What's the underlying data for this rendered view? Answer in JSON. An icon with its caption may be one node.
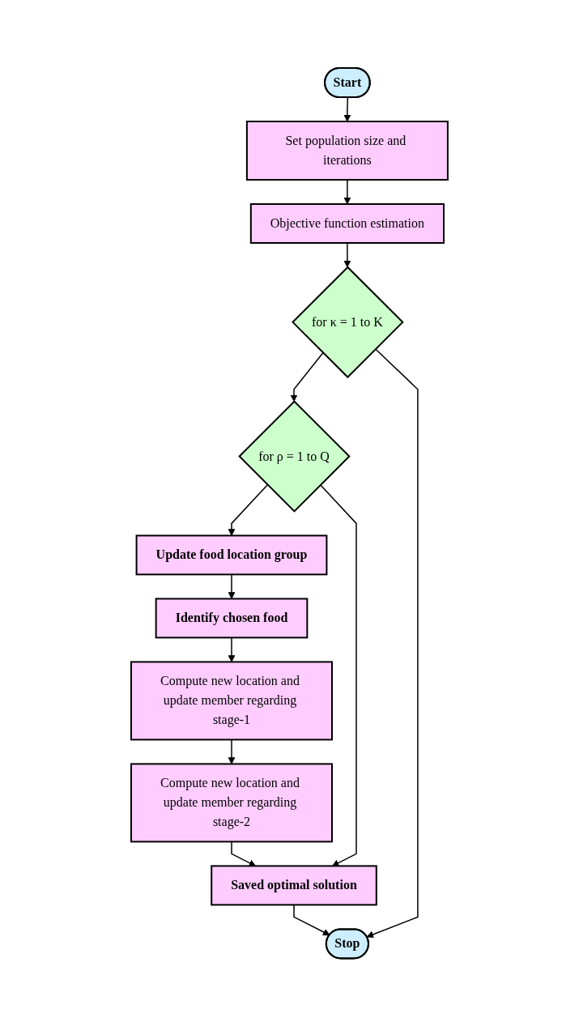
{
  "diagram": {
    "nodes": [
      {
        "text": [
          "Start"
        ]
      },
      {
        "text": [
          "Set population size and iterations"
        ]
      },
      {
        "text": [
          "Objective function estimation"
        ]
      },
      {
        "text": [
          "for κ = 1 to K"
        ]
      },
      {
        "text": [
          "for ρ = 1 to Q"
        ]
      },
      {
        "text": [
          "Update food location group"
        ]
      },
      {
        "text": [
          "Identify chosen food"
        ]
      },
      {
        "text": [
          "Compute new location and update member regarding stage-1"
        ]
      },
      {
        "text": [
          "Compute new location and update member regarding stage-2"
        ]
      },
      {
        "text": [
          "Saved optimal solution"
        ]
      },
      {
        "text": [
          "Stop"
        ]
      }
    ],
    "edges": [
      {
        "from": 0,
        "to": 1,
        "arrow": "to"
      },
      {
        "from": 1,
        "to": 2,
        "arrow": "to"
      },
      {
        "from": 2,
        "to": 3,
        "arrow": "to"
      },
      {
        "from": 3,
        "to": 4,
        "arrow": "to"
      },
      {
        "from": 4,
        "to": 5,
        "arrow": "to"
      },
      {
        "from": 5,
        "to": 6,
        "arrow": "to"
      },
      {
        "from": 6,
        "to": 7,
        "arrow": "to"
      },
      {
        "from": 7,
        "to": 8,
        "arrow": "to"
      },
      {
        "from": 8,
        "to": 9,
        "arrow": "to"
      },
      {
        "from": 4,
        "to": 9,
        "arrow": "to"
      },
      {
        "from": 9,
        "to": 10,
        "arrow": "to"
      },
      {
        "from": 3,
        "to": 10,
        "arrow": "to"
      }
    ]
  }
}
